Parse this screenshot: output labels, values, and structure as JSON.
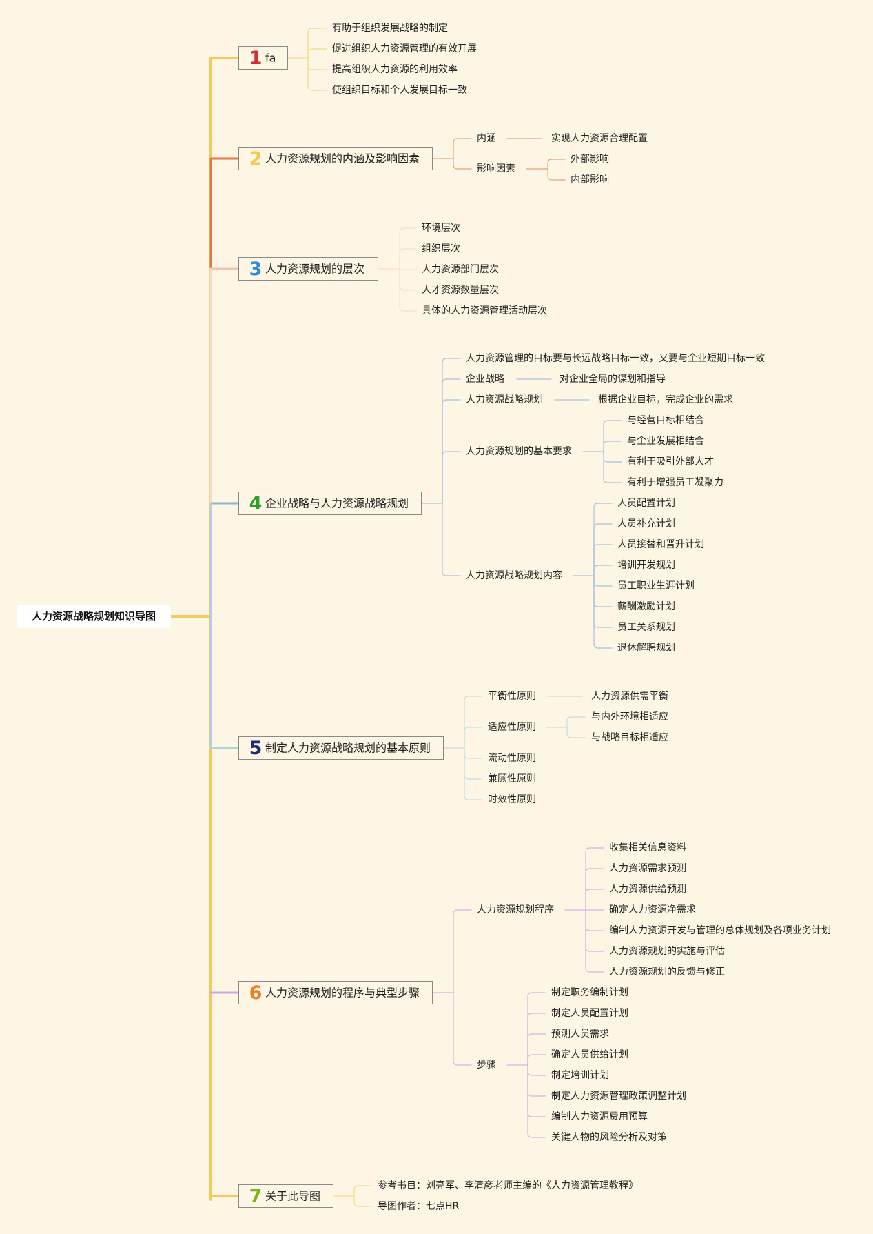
{
  "root": "人力资源战略规划知识导图",
  "topics": [
    {
      "num": "1",
      "label": "fa",
      "color": "#d32f2f"
    },
    {
      "num": "2",
      "label": "人力资源规划的内涵及影响因素",
      "color": "#f7c948"
    },
    {
      "num": "3",
      "label": "人力资源规划的层次",
      "color": "#2e8bd6"
    },
    {
      "num": "4",
      "label": "企业战略与人力资源战略规划",
      "color": "#2e9e2e"
    },
    {
      "num": "5",
      "label": "制定人力资源战略规划的基本原则",
      "color": "#1f2a7a"
    },
    {
      "num": "6",
      "label": "人力资源规划的程序与典型步骤",
      "color": "#f07d1a"
    },
    {
      "num": "7",
      "label": "关于此导图",
      "color": "#7cb518"
    }
  ],
  "nodes": {
    "t1": [
      "有助于组织发展战略的制定",
      "促进组织人力资源管理的有效开展",
      "提高组织人力资源的利用效率",
      "使组织目标和个人发展目标一致"
    ],
    "t2": {
      "neihan": "内涵",
      "neihan_child": "实现人力资源合理配置",
      "yingxiang": "影响因素",
      "yingxiang_children": [
        "外部影响",
        "内部影响"
      ]
    },
    "t3": [
      "环境层次",
      "组织层次",
      "人力资源部门层次",
      "人才资源数量层次",
      "具体的人力资源管理活动层次"
    ],
    "t4": {
      "goal": "人力资源管理的目标要与长远战略目标一致，又要与企业短期目标一致",
      "strategy": "企业战略",
      "strategy_child": "对企业全局的谋划和指导",
      "hr_strategy": "人力资源战略规划",
      "hr_strategy_child": "根据企业目标，完成企业的需求",
      "req": "人力资源规划的基本要求",
      "req_children": [
        "与经营目标相结合",
        "与企业发展相结合",
        "有利于吸引外部人才",
        "有利于增强员工凝聚力"
      ],
      "content": "人力资源战略规划内容",
      "content_children": [
        "人员配置计划",
        "人员补充计划",
        "人员接替和晋升计划",
        "培训开发规划",
        "员工职业生涯计划",
        "薪酬激励计划",
        "员工关系规划",
        "退休解聘规划"
      ]
    },
    "t5": {
      "balance": "平衡性原则",
      "balance_child": "人力资源供需平衡",
      "adapt": "适应性原则",
      "adapt_children": [
        "与内外环境相适应",
        "与战略目标相适应"
      ],
      "others": [
        "流动性原则",
        "兼顾性原则",
        "时效性原则"
      ]
    },
    "t6": {
      "proc": "人力资源规划程序",
      "proc_children": [
        "收集相关信息资料",
        "人力资源需求预测",
        "人力资源供给预测",
        "确定人力资源净需求",
        "编制人力资源开发与管理的总体规划及各项业务计划",
        "人力资源规划的实施与评估",
        "人力资源规划的反馈与修正"
      ],
      "steps": "步骤",
      "steps_children": [
        "制定职务编制计划",
        "制定人员配置计划",
        "预测人员需求",
        "确定人员供给计划",
        "制定培训计划",
        "制定人力资源管理政策调整计划",
        "编制人力资源费用预算",
        "关键人物的风险分析及对策"
      ]
    },
    "t7": [
      "参考书目：刘亮军、李清彦老师主编的《人力资源管理教程》",
      "导图作者：七点HR"
    ]
  }
}
